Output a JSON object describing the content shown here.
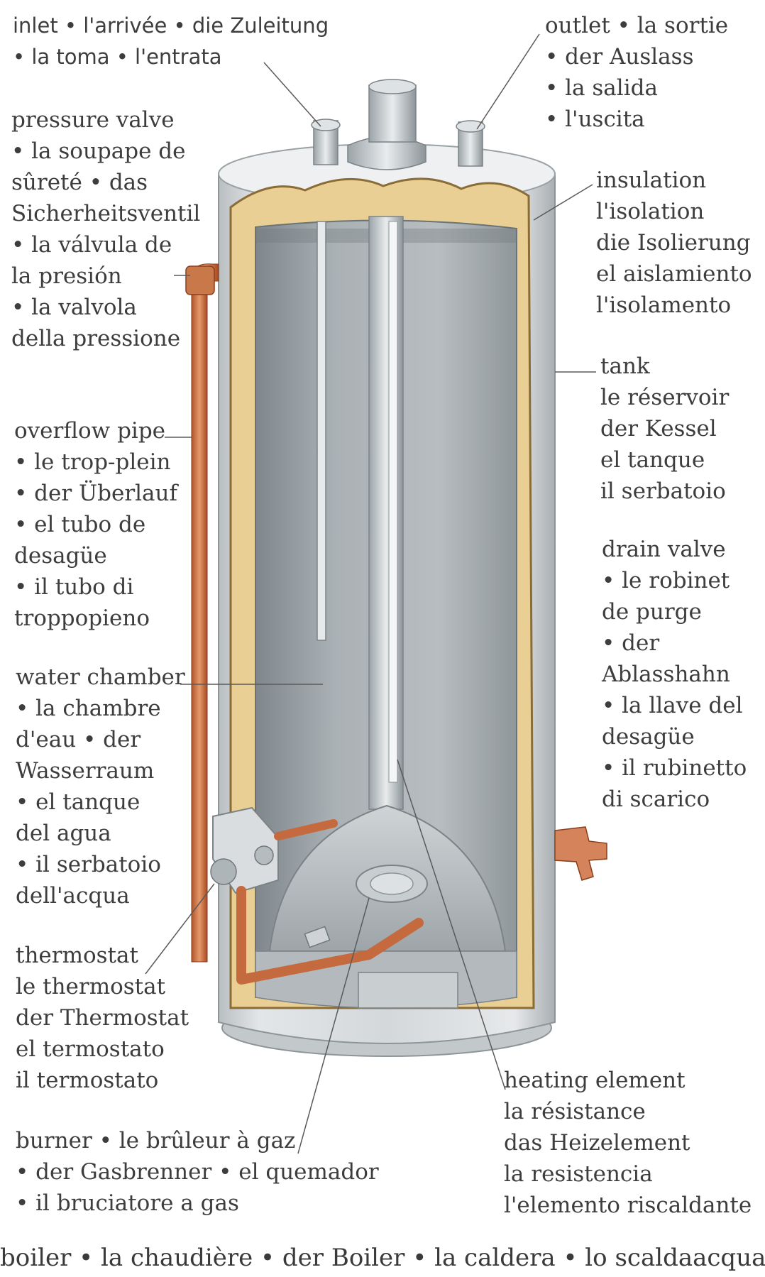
{
  "labels": {
    "inlet": [
      "inlet • l'arrivée • die Zuleitung",
      "• la toma • l'entrata"
    ],
    "outlet": [
      "outlet • la sortie",
      "• der Auslass",
      "• la salida",
      "• l'uscita"
    ],
    "pressure_valve": [
      "pressure valve",
      "• la soupape de",
      "sûreté • das",
      "Sicherheitsventil",
      "• la válvula de",
      "la presión",
      "• la valvola",
      "della pressione"
    ],
    "insulation": [
      "insulation",
      "l'isolation",
      "die Isolierung",
      "el aislamiento",
      "l'isolamento"
    ],
    "tank": [
      "tank",
      "le réservoir",
      "der Kessel",
      "el tanque",
      "il serbatoio"
    ],
    "overflow_pipe": [
      "overflow pipe",
      "• le trop-plein",
      "• der Überlauf",
      "• el tubo de",
      "desagüe",
      "• il tubo di",
      "troppopieno"
    ],
    "drain_valve": [
      "drain valve",
      "• le robinet",
      "de purge",
      "• der",
      "Ablasshahn",
      "• la llave del",
      "desagüe",
      "• il rubinetto",
      "di scarico"
    ],
    "water_chamber": [
      "water chamber",
      "• la chambre",
      "d'eau • der",
      "Wasserraum",
      "• el tanque",
      "del agua",
      "• il serbatoio",
      "dell'acqua"
    ],
    "thermostat": [
      "thermostat",
      "le thermostat",
      "der Thermostat",
      "el termostato",
      "il termostato"
    ],
    "heating_element": [
      "heating element",
      "la résistance",
      "das Heizelement",
      "la resistencia",
      "l'elemento riscaldante"
    ],
    "burner": [
      "burner • le brûleur à gaz",
      "• der Gasbrenner • el quemador",
      "• il bruciatore a gas"
    ]
  },
  "caption": "boiler • la chaudière • der Boiler • la caldera • lo scaldaacqua"
}
